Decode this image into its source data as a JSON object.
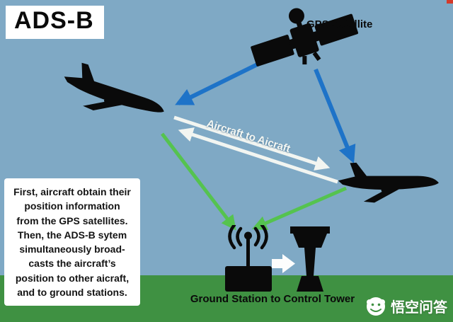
{
  "title": "ADS-B",
  "satellite": {
    "label": "GPS Satellite"
  },
  "link_labels": {
    "aircraft_to_aircraft": "Aircraft to Aicraft",
    "ground": "Ground Station to Control Tower"
  },
  "info_box": {
    "text": "First, aircraft obtain their\nposition information\nfrom the GPS satellites.\nThen, the ADS-B sytem\nsimultaneously broad-\ncasts the aircraft’s\nposition to other aicraft,\nand to ground stations."
  },
  "watermark": {
    "text": "悟空问答"
  },
  "icons": {
    "satellite": "satellite-icon",
    "aircraft_left": "airplane-icon",
    "aircraft_right": "airplane-icon",
    "ground_station": "antenna-ground-station-icon",
    "control_tower": "control-tower-icon",
    "watermark_logo": "wukong-monkey-icon"
  },
  "colors": {
    "sky": "#7FA9C5",
    "ground": "#3F9142",
    "arrow_blue": "#1E73C8",
    "arrow_green": "#55C34F",
    "arrow_white": "#F2F5F1",
    "silhouette": "#0A0A0A",
    "panel_bg": "#FFFFFF"
  }
}
